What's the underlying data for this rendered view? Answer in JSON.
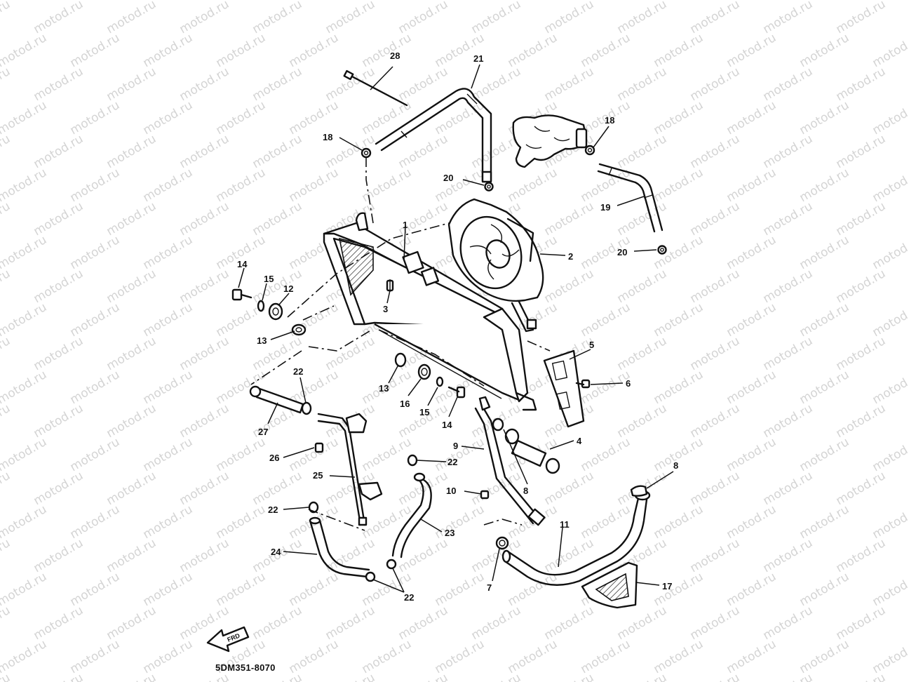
{
  "watermark": {
    "text": "motod.ru"
  },
  "diagram_code": "5DM351-8070",
  "direction_arrow": {
    "label": "FRD"
  },
  "callouts": {
    "c1": "1",
    "c2": "2",
    "c3": "3",
    "c4": "4",
    "c5": "5",
    "c6": "6",
    "c7": "7",
    "c8a": "8",
    "c8b": "8",
    "c9": "9",
    "c10": "10",
    "c11": "11",
    "c12": "12",
    "c13a": "13",
    "c13b": "13",
    "c14a": "14",
    "c14b": "14",
    "c15a": "15",
    "c15b": "15",
    "c16": "16",
    "c17": "17",
    "c18a": "18",
    "c18b": "18",
    "c19": "19",
    "c20a": "20",
    "c20b": "20",
    "c21": "21",
    "c22a": "22",
    "c22b": "22",
    "c22c": "22",
    "c22d": "22",
    "c23": "23",
    "c24": "24",
    "c25": "25",
    "c26": "26",
    "c27": "27",
    "c28": "28"
  }
}
